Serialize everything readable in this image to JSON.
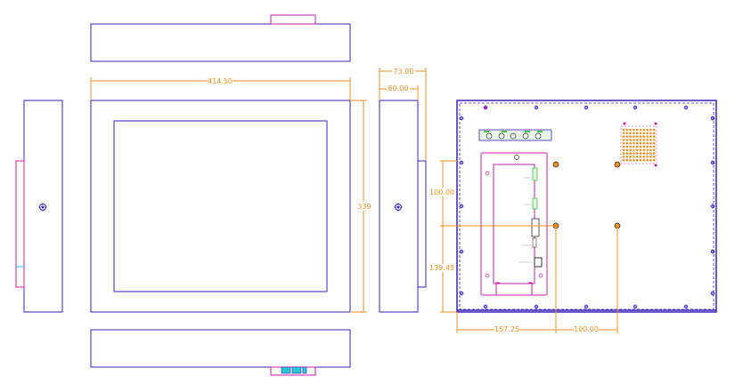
{
  "dimensions": {
    "width_total": "414.50",
    "height_total": "339",
    "depth_total": "73.00",
    "depth_body": "60.00",
    "rear_v1": "100.00",
    "rear_v2": "139.45",
    "rear_h1": "157.25",
    "rear_h2": "100.00"
  },
  "colors": {
    "outline": "#3a22b8",
    "dimension": "#ee8f1f",
    "bracket": "#c81ca8",
    "connector_green": "#46c24a",
    "vent": "#ee8f1f",
    "ports_cyan": "#27c9d6"
  },
  "vent_grid": {
    "rows": 10,
    "cols": 10
  }
}
